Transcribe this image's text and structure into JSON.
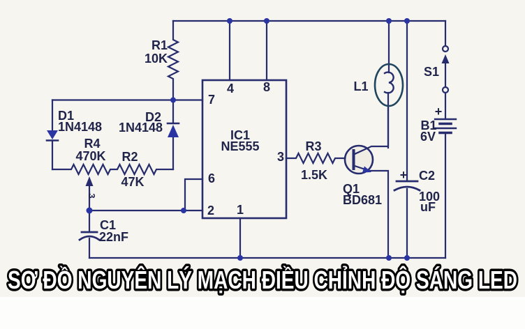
{
  "caption": "SƠ ĐỒ NGUYÊN LÝ MẠCH ĐIỀU CHỈNH ĐỘ SÁNG LED",
  "colors": {
    "wire": "#262c6d",
    "junction": "#2a35a3",
    "text": "#20244a",
    "lamp": "#1f455f",
    "background": "#f6f5f0",
    "caption_fill": "#ffffff",
    "caption_outline": "#000000"
  },
  "components": {
    "r1": {
      "ref": "R1",
      "value": "10K"
    },
    "r2": {
      "ref": "R2",
      "value": "47K"
    },
    "r3": {
      "ref": "R3",
      "value": "1.5K"
    },
    "r4": {
      "ref": "R4",
      "value": "470K",
      "wiper_terminal": "3"
    },
    "d1": {
      "ref": "D1",
      "value": "1N4148"
    },
    "d2": {
      "ref": "D2",
      "value": "1N4148"
    },
    "c1": {
      "ref": "C1",
      "value": "22nF"
    },
    "c2": {
      "ref": "C2",
      "value": "100",
      "unit": "uF",
      "polarity": "+"
    },
    "ic1": {
      "ref": "IC1",
      "value": "NE555",
      "pins": {
        "p1": "1",
        "p2": "2",
        "p3": "3",
        "p4": "4",
        "p6": "6",
        "p7": "7",
        "p8": "8"
      }
    },
    "q1": {
      "ref": "Q1",
      "value": "BD681"
    },
    "l1": {
      "ref": "L1"
    },
    "s1": {
      "ref": "S1"
    },
    "b1": {
      "ref": "B1",
      "value": "6V",
      "polarity": "+"
    }
  }
}
